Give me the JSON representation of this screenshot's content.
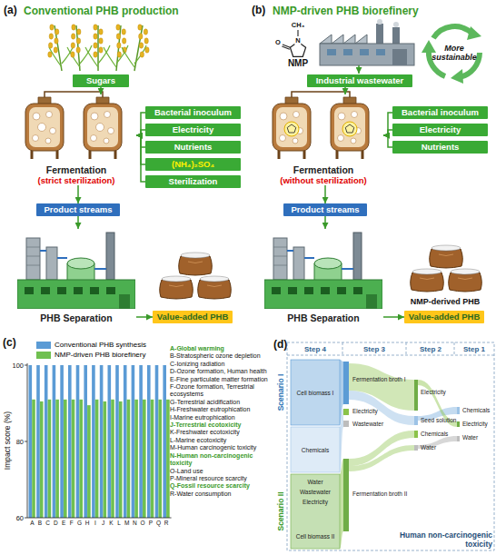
{
  "diagram": {
    "nodes": [
      {
        "text": [
          "Sugars"
        ]
      },
      {
        "text": [
          "Fermentation",
          "(strict sterilization)"
        ]
      },
      {
        "text": [
          "Bacterial inoculum"
        ]
      },
      {
        "text": [
          "Electricity"
        ]
      },
      {
        "text": [
          "Nutrients"
        ]
      },
      {
        "text": [
          "(NH₄)₂SO₄"
        ]
      },
      {
        "text": [
          "Sterilization"
        ]
      },
      {
        "text": [
          "Product streams"
        ]
      },
      {
        "text": [
          "PHB Separation"
        ]
      },
      {
        "text": [
          "Value-added PHB"
        ]
      },
      {
        "text": [
          "Industrial wastewater"
        ]
      },
      {
        "text": [
          "Fermentation",
          "(without sterilization)"
        ]
      },
      {
        "text": [
          "Bacterial inoculum"
        ]
      },
      {
        "text": [
          "Electricity"
        ]
      },
      {
        "text": [
          "Nutrients"
        ]
      },
      {
        "text": [
          "Product streams"
        ]
      },
      {
        "text": [
          "PHB Separation"
        ]
      },
      {
        "text": [
          "Value-added PHB"
        ]
      }
    ],
    "edges": [
      {
        "from": 0,
        "to": 1,
        "arrow": "to"
      },
      {
        "from": 2,
        "to": 1,
        "arrow": "to"
      },
      {
        "from": 3,
        "to": 1,
        "arrow": "to"
      },
      {
        "from": 4,
        "to": 1,
        "arrow": "to"
      },
      {
        "from": 5,
        "to": 1,
        "arrow": "to"
      },
      {
        "from": 6,
        "to": 1,
        "arrow": "to"
      },
      {
        "from": 1,
        "to": 7,
        "arrow": "to"
      },
      {
        "from": 7,
        "to": 8,
        "arrow": "to"
      },
      {
        "from": 8,
        "to": 9,
        "arrow": "to"
      },
      {
        "from": 10,
        "to": 11,
        "arrow": "to"
      },
      {
        "from": 12,
        "to": 11,
        "arrow": "to"
      },
      {
        "from": 13,
        "to": 11,
        "arrow": "to"
      },
      {
        "from": 14,
        "to": 11,
        "arrow": "to"
      },
      {
        "from": 11,
        "to": 15,
        "arrow": "to"
      },
      {
        "from": 15,
        "to": 16,
        "arrow": "to"
      },
      {
        "from": 16,
        "to": 17,
        "arrow": "to"
      }
    ],
    "labels": [
      "(a)",
      "Conventional PHB production",
      "(b)",
      "NMP-driven PHB biorefinery",
      "NMP",
      "More sustainable",
      "NMP-derived PHB",
      "(c)",
      "Impact score (%)",
      "100",
      "80",
      "60",
      "A",
      "B",
      "C",
      "D",
      "E",
      "F",
      "G",
      "H",
      "I",
      "J",
      "K",
      "L",
      "M",
      "N",
      "O",
      "P",
      "Q",
      "R",
      "A-Global warming",
      "B-Stratospheric ozone depletion",
      "C-Ionizing radiation",
      "D-Ozone formation, Human health",
      "E-Fine particulate matter formation",
      "F-Ozone formation, Terrestrial ecosystems",
      "G-Terrestrial acidification",
      "H-Freshwater eutrophication",
      "I-Marine eutrophication",
      "J-Terrestrial ecotoxicity",
      "K-Freshwater ecotoxicity",
      "L-Marine ecotoxicity",
      "M-Human carcinogenic toxicity",
      "N-Human non-carcinogenic toxicity",
      "O-Land use",
      "P-Mineral resource scarcity",
      "Q-Fossil resource scarcity",
      "R-Water consumption",
      "(d)",
      "Step 4",
      "Step 3",
      "Step 2",
      "Step 1",
      "Scenario I",
      "Scenario II",
      "Cell biomass I",
      "Chemicals",
      "Water",
      "Wastewater",
      "Electricity",
      "Cell biomass II",
      "Fermentation broth I",
      "Electricity",
      "Wastewater",
      "Fermentation broth II",
      "Electricity",
      "Seed solution",
      "Chemicals",
      "Water",
      "Chemicals",
      "Electricity",
      "Water",
      "Human non-carcinogenic toxicity",
      "O",
      "N",
      "CH₃"
    ],
    "legend": [
      {
        "text": "Conventional PHB synthesis",
        "color": "#5b9bd5"
      },
      {
        "text": "NMP-driven PHB biorefinery",
        "color": "#70c050"
      }
    ]
  }
}
